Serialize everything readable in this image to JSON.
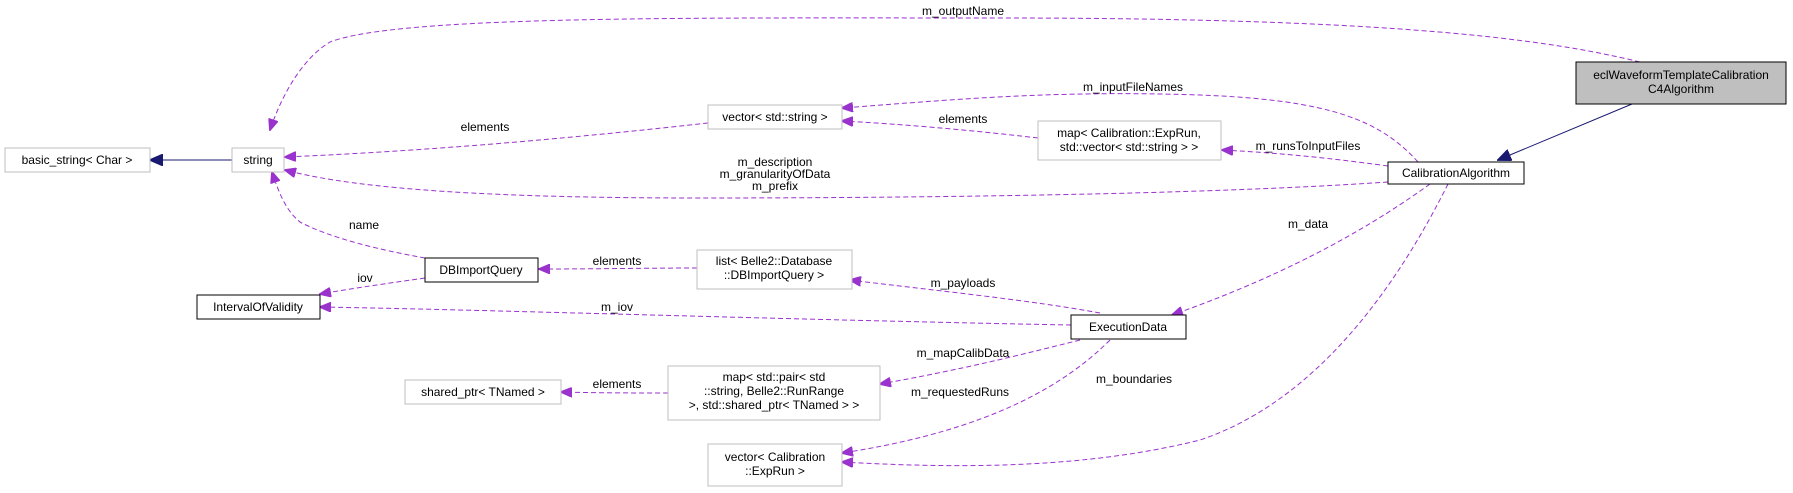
{
  "nodes": {
    "focus": {
      "lines": [
        "eclWaveformTemplateCalibration",
        "C4Algorithm"
      ]
    },
    "calibration_algorithm": {
      "lines": [
        "CalibrationAlgorithm"
      ]
    },
    "basic_string": {
      "lines": [
        "basic_string< Char >"
      ]
    },
    "string": {
      "lines": [
        "string"
      ]
    },
    "vector_string": {
      "lines": [
        "vector< std::string >"
      ]
    },
    "map_exprun": {
      "lines": [
        "map< Calibration::ExpRun,",
        "std::vector< std::string > >"
      ]
    },
    "interval_of_validity": {
      "lines": [
        "IntervalOfValidity"
      ]
    },
    "db_import_query": {
      "lines": [
        "DBImportQuery"
      ]
    },
    "list_db": {
      "lines": [
        "list< Belle2::Database",
        "::DBImportQuery >"
      ]
    },
    "execution_data": {
      "lines": [
        "ExecutionData"
      ]
    },
    "shared_ptr": {
      "lines": [
        "shared_ptr< TNamed >"
      ]
    },
    "map_pair": {
      "lines": [
        "map< std::pair< std",
        "::string, Belle2::RunRange",
        ">, std::shared_ptr< TNamed > >"
      ]
    },
    "vector_exprun": {
      "lines": [
        "vector< Calibration",
        "::ExpRun >"
      ]
    }
  },
  "edges": {
    "m_outputName": {
      "lines": [
        "m_outputName"
      ]
    },
    "m_inputFileNames": {
      "lines": [
        "m_inputFileNames"
      ]
    },
    "vector_elements": {
      "lines": [
        "elements"
      ]
    },
    "map_elements": {
      "lines": [
        "elements"
      ]
    },
    "m_runsToInputFiles": {
      "lines": [
        "m_runsToInputFiles"
      ]
    },
    "m_description": {
      "lines": [
        "m_description",
        "m_granularityOfData",
        "m_prefix"
      ]
    },
    "name": {
      "lines": [
        "name"
      ]
    },
    "iov": {
      "lines": [
        "iov"
      ]
    },
    "list_elements": {
      "lines": [
        "elements"
      ]
    },
    "m_payloads": {
      "lines": [
        "m_payloads"
      ]
    },
    "m_data": {
      "lines": [
        "m_data"
      ]
    },
    "m_iov": {
      "lines": [
        "m_iov"
      ]
    },
    "m_mapCalibData": {
      "lines": [
        "m_mapCalibData"
      ]
    },
    "shared_elements": {
      "lines": [
        "elements"
      ]
    },
    "m_requestedRuns": {
      "lines": [
        "m_requestedRuns"
      ]
    },
    "m_boundaries": {
      "lines": [
        "m_boundaries"
      ]
    }
  },
  "colors": {
    "member_edge": "#9a32cd",
    "inheritance_edge": "#191970",
    "focus_fill": "#bfbfbf",
    "external_border": "#bfbfbf"
  }
}
